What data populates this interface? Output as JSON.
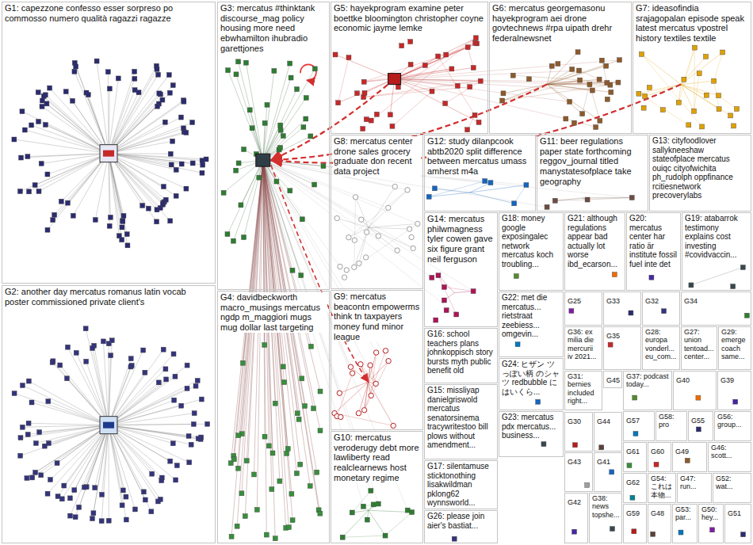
{
  "diagram": {
    "nodes": [
      {
        "text": [
          "G1: capezzone confesso esser sorpreso po commosso numero qualità ragazzi ragazze"
        ]
      },
      {
        "text": [
          "G2: another day mercatus romanus latin vocab poster commissioned private client's"
        ]
      },
      {
        "text": [
          "G3: mercatus #thinktank discourse_mag policy housing more need ebwhamilton ihubradio garettjones"
        ]
      },
      {
        "text": [
          "G4: davidbeckworth macro_musings mercatus ngdp m_maggiori mugs mug dollar last targeting"
        ]
      },
      {
        "text": [
          "G5: hayekprogram examine peter boettke bloomington christopher coyne economic jayme lemke"
        ]
      },
      {
        "text": [
          "G6: mercatus georgemasonu hayekprogram aei drone govtechnews #rpa uipath drehr federalnewsnet"
        ]
      },
      {
        "text": [
          "G7: ideasofindia srajagopalan episode speak latest mercatus vpostrel history textiles textile"
        ]
      },
      {
        "text": [
          "G8: mercatus center drone sales grocery graduate don recent data project"
        ]
      },
      {
        "text": [
          "G12: study dilanpcook abtb2020 split difference between mercatus umass amherst m4a"
        ]
      },
      {
        "text": [
          "G11: beer regulations paper state forthcoming reggov_journal titled manystatesofplace take geography"
        ]
      },
      {
        "text": [
          "G13: cityfoodlover sallykneeshaw stateofplace mercatus ouiqc cityofwichita ph_rudolph oppfinance rcitiesnetwork precoverylabs"
        ]
      },
      {
        "text": [
          "G14: mercatus philwmagness tyler cowen gave six figure grant neil ferguson"
        ]
      },
      {
        "text": [
          "G18: money google exposingalec network mercatus koch troubling..."
        ]
      },
      {
        "text": [
          "G21: although regulations appear bad actually lot worse ibd_ecarson..."
        ]
      },
      {
        "text": [
          "G20: mercatus center har ratio är institute fossil fuel inte det"
        ]
      },
      {
        "text": [
          "G19: atabarrok testimony explains cost investing #covidvaccin..."
        ]
      },
      {
        "text": [
          "G9: mercatus beacontn empowerms think tn taxpayers money fund minor league"
        ]
      },
      {
        "text": [
          "G16: school teachers plans johnkoppisch story bursts myth public benefit old"
        ]
      },
      {
        "text": [
          "G22: met die mercatus... rietstraat zeebiess... omgevin..."
        ]
      },
      {
        "text": [
          "G25"
        ]
      },
      {
        "text": [
          "G33"
        ]
      },
      {
        "text": [
          "G32"
        ]
      },
      {
        "text": [
          "G34"
        ]
      },
      {
        "text": [
          "G36: ex milia die mercurii iv 2021..."
        ]
      },
      {
        "text": [
          "G35"
        ]
      },
      {
        "text": [
          "G28: europa vonderl... eu_com..."
        ]
      },
      {
        "text": [
          "G27: union tentoad... center..."
        ]
      },
      {
        "text": [
          "G29: emerge coach same..."
        ]
      },
      {
        "text": [
          "G24: ヒザン ツっぽい柄 のシャツ redbubble にはいくら..."
        ]
      },
      {
        "text": [
          "G15: missliyap danielgriswold mercatus senatorsinema tracywritestoo bill plows without amendment..."
        ]
      },
      {
        "text": [
          "G31: bernies included right..."
        ]
      },
      {
        "text": [
          "G45"
        ]
      },
      {
        "text": [
          "G37: podcast today..."
        ]
      },
      {
        "text": [
          "G40"
        ]
      },
      {
        "text": [
          "G39"
        ]
      },
      {
        "text": [
          "G23: mercatus pdx mercatus... business..."
        ]
      },
      {
        "text": [
          "G30"
        ]
      },
      {
        "text": [
          "G44"
        ]
      },
      {
        "text": [
          "G57"
        ]
      },
      {
        "text": [
          "G58: pro"
        ]
      },
      {
        "text": [
          "G55"
        ]
      },
      {
        "text": [
          "G56: group..."
        ]
      },
      {
        "text": [
          "G10: mercatus veroderugy debt more lawliberty read realclearnews host monetary regime"
        ]
      },
      {
        "text": [
          "G61"
        ]
      },
      {
        "text": [
          "G60"
        ]
      },
      {
        "text": [
          "G49"
        ]
      },
      {
        "text": [
          "G46: scott..."
        ]
      },
      {
        "text": [
          "G43"
        ]
      },
      {
        "text": [
          "G41"
        ]
      },
      {
        "text": [
          "G17: silentamuse sticktonothing lisakwildman pklong62 wynnsworld..."
        ]
      },
      {
        "text": [
          "G62"
        ]
      },
      {
        "text": [
          "G54: これは 本物..."
        ]
      },
      {
        "text": [
          "G47: run..."
        ]
      },
      {
        "text": [
          "G52: wat..."
        ]
      },
      {
        "text": [
          "G42"
        ]
      },
      {
        "text": [
          "G38: news topshe..."
        ]
      },
      {
        "text": [
          "G59"
        ]
      },
      {
        "text": [
          "G48"
        ]
      },
      {
        "text": [
          "G53: par..."
        ]
      },
      {
        "text": [
          "G50: hey..."
        ]
      },
      {
        "text": [
          "G51"
        ]
      },
      {
        "text": [
          "G26: please join aier's bastiat..."
        ]
      }
    ]
  }
}
